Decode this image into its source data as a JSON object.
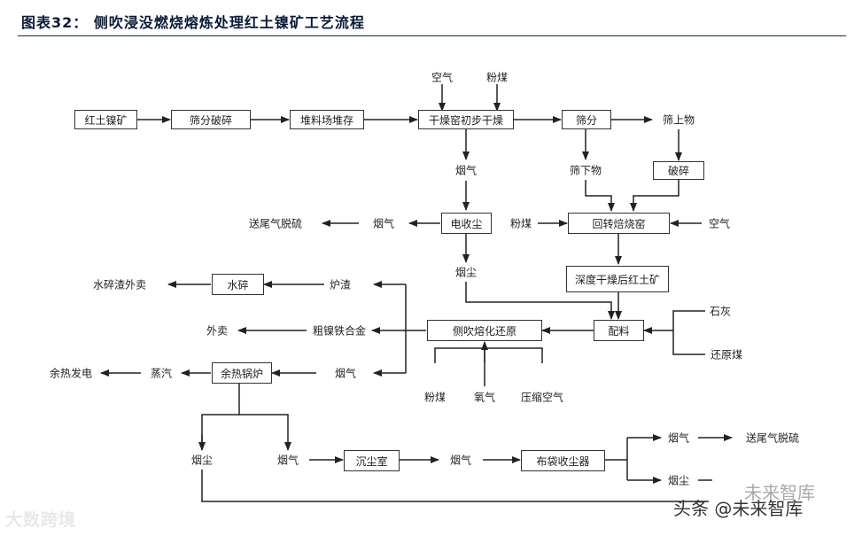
{
  "header": {
    "title": "图表32：   侧吹浸没燃烧熔炼处理红土镍矿工艺流程"
  },
  "nodes": {
    "laterite": "红土镍矿",
    "screen_crush": "筛分破碎",
    "stockpile": "堆料场堆存",
    "dryer": "干燥窑初步干燥",
    "screening": "筛分",
    "crush": "破碎",
    "esp": "电收尘",
    "kiln": "回转焙烧窑",
    "deep_dry": "深度干燥后红土矿",
    "water_quench": "水碎",
    "batching": "配料",
    "smelting": "侧吹熔化还原",
    "boiler": "余热锅炉",
    "settling": "沉尘室",
    "baghouse": "布袋收尘器"
  },
  "labels": {
    "air_top": "空气",
    "coal_top": "粉煤",
    "oversize": "筛上物",
    "undersize": "筛下物",
    "flue_gas_esp": "烟气",
    "flue_gas_left": "烟气",
    "tail_gas_1": "送尾气脱硫",
    "coal_kiln": "粉煤",
    "air_kiln": "空气",
    "dust_esp": "烟尘",
    "slag": "炉渣",
    "slag_sale": "水碎渣外卖",
    "limestone": "石灰",
    "reducing_coal": "还原煤",
    "sale": "外卖",
    "crude_alloy": "粗镍铁合金",
    "power": "余热发电",
    "steam": "蒸汽",
    "flue_gas_smelt": "烟气",
    "coal_smelt": "粉煤",
    "oxygen": "氧气",
    "compressed_air": "压缩空气",
    "dust_boiler": "烟尘",
    "flue_gas_boiler": "烟气",
    "flue_gas_settle": "烟气",
    "flue_gas_bag": "烟气",
    "tail_gas_2": "送尾气脱硫",
    "dust_bag": "烟尘"
  },
  "watermarks": {
    "left": "大数跨境",
    "right": "头条 @未来智库",
    "right_ghost": "未来智库"
  }
}
